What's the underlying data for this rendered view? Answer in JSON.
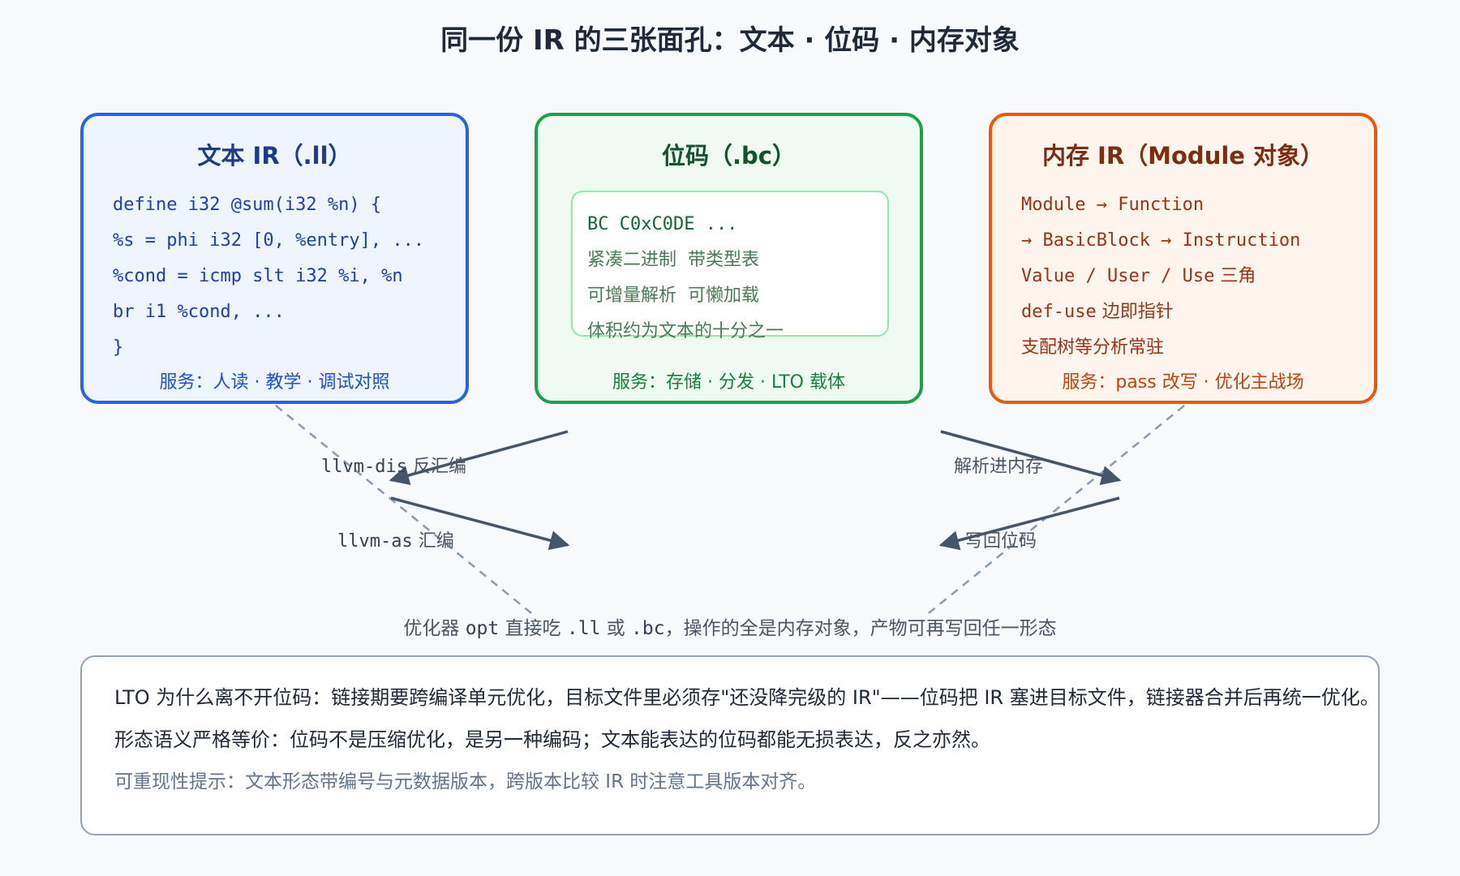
{
  "title": "同一份 IR 的三张面孔：文本 · 位码 · 内存对象",
  "cards": {
    "text": {
      "title": "文本 IR（.ll）",
      "lines": [
        "define i32 @sum(i32 %n) {",
        "%s = phi i32 [0, %entry], ...",
        "%cond = icmp slt i32 %i, %n",
        "br i1 %cond, ...",
        "}"
      ],
      "serve": "服务：人读 · 教学 · 调试对照"
    },
    "bitcode": {
      "title": "位码（.bc）",
      "lines": [
        "BC C0xC0DE ...",
        "紧凑二进制  带类型表",
        "可增量解析  可懒加载",
        "体积约为文本的十分之一"
      ],
      "serve": "服务：存储 · 分发 · LTO 载体"
    },
    "memory": {
      "title": "内存 IR（Module 对象）",
      "lines": [
        {
          "code": "Module → Function",
          "cn": ""
        },
        {
          "code": "→ BasicBlock → Instruction",
          "cn": ""
        },
        {
          "code": "Value / User / Use",
          "cn": " 三角"
        },
        {
          "code": "def-use",
          "cn": " 边即指针"
        },
        {
          "code": "",
          "cn": "支配树等分析常驻"
        }
      ],
      "serve": "服务：pass 改写 · 优化主战场"
    }
  },
  "edges": {
    "dis": {
      "cmd": "llvm-dis",
      "text": " 反汇编"
    },
    "as": {
      "cmd": "llvm-as",
      "text": " 汇编"
    },
    "parse": {
      "text": "解析进内存"
    },
    "write": {
      "text": "写回位码"
    }
  },
  "opt_line": {
    "a": "优化器 ",
    "b": "opt",
    "c": " 直接吃 ",
    "d": ".ll",
    "e": " 或 ",
    "f": ".bc",
    "g": "，操作的全是内存对象，产物可再写回任一形态"
  },
  "notes": {
    "n1": "LTO 为什么离不开位码：链接期要跨编译单元优化，目标文件里必须存\"还没降完级的 IR\"——位码把 IR 塞进目标文件，链接器合并后再统一优化。",
    "n2": "形态语义严格等价：位码不是压缩优化，是另一种编码；文本能表达的位码都能无损表达，反之亦然。",
    "n3": "可重现性提示：文本形态带编号与元数据版本，跨版本比较 IR 时注意工具版本对齐。"
  },
  "colors": {
    "text": "#2563eb",
    "bitcode": "#16a34a",
    "memory": "#ea580c",
    "arrow": "#475569",
    "dashed": "#8a9ab0"
  }
}
